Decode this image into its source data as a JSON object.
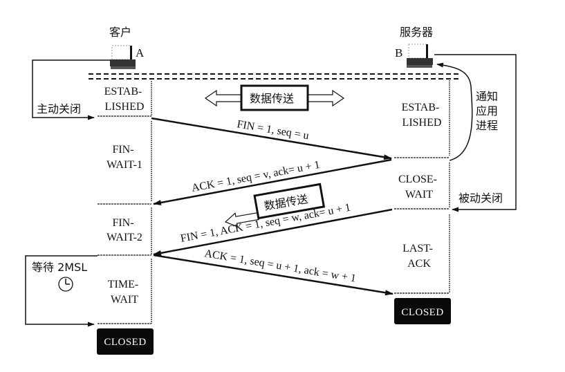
{
  "hosts": {
    "client": {
      "title": "客户",
      "id": "A"
    },
    "server": {
      "title": "服务器",
      "id": "B"
    }
  },
  "client_states": {
    "established": [
      "ESTAB-",
      "LISHED"
    ],
    "fin_wait_1": [
      "FIN-",
      "WAIT-1"
    ],
    "fin_wait_2": [
      "FIN-",
      "WAIT-2"
    ],
    "time_wait": [
      "TIME-",
      "WAIT"
    ],
    "closed": "CLOSED"
  },
  "server_states": {
    "established": [
      "ESTAB-",
      "LISHED"
    ],
    "close_wait": [
      "CLOSE-",
      "WAIT"
    ],
    "last_ack": [
      "LAST-",
      "ACK"
    ],
    "closed": "CLOSED"
  },
  "annotations": {
    "active_close": "主动关闭",
    "passive_close": "被动关闭",
    "notify_app": [
      "通知",
      "应用",
      "进程"
    ],
    "wait_2msl": "等待 2MSL",
    "data_transfer_both": "数据传送",
    "data_transfer_server": "数据传送"
  },
  "messages": [
    {
      "label": "FIN = 1, seq = u",
      "direction": "client-to-server"
    },
    {
      "label": "ACK = 1, seq = v, ack= u + 1",
      "direction": "server-to-client"
    },
    {
      "label": "FIN = 1, ACK = 1, seq = w, ack= u + 1",
      "direction": "server-to-client"
    },
    {
      "label": "ACK = 1, seq = u + 1, ack = w + 1",
      "direction": "client-to-server"
    }
  ],
  "colors": {
    "ink": "#111111",
    "closed_bg": "#0a0a0a",
    "closed_fg": "#ffffff"
  }
}
